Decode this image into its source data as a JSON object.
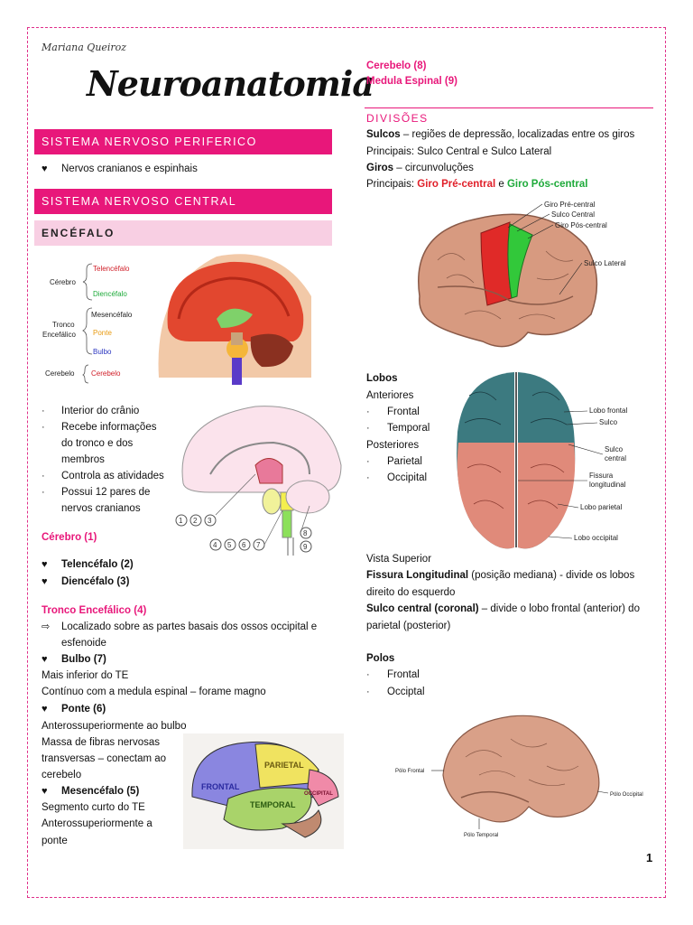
{
  "header": {
    "author": "Mariana Queiroz",
    "title": "Neuroanatomia",
    "page_number": "1"
  },
  "left": {
    "snp_bar": "SISTEMA NERVOSO PERIFERICO",
    "snp_item": "Nervos cranianos e espinhais",
    "snc_bar": "SISTEMA NERVOSO CENTRAL",
    "encefalo_bar": "ENCÉFALO",
    "fig1": {
      "cerebro": "Cérebro",
      "telencefalo": "Telencéfalo",
      "diencefalo": "Diencéfalo",
      "tronco1": "Tronco",
      "tronco2": "Encefálico",
      "mesencefalo": "Mesencéfalo",
      "ponte": "Ponte",
      "bulbo": "Bulbo",
      "cerebelo_l": "Cerebelo",
      "cerebelo_r": "Cerebelo"
    },
    "list": [
      "Interior do crânio",
      "Recebe informações",
      "do tronco e dos",
      "membros",
      "Controla as atividades",
      "Possui 12 pares de",
      "nervos cranianos"
    ],
    "fig2_nums": [
      "1",
      "2",
      "3",
      "4",
      "5",
      "6",
      "7",
      "8",
      "9"
    ],
    "cerebro_head": "Cérebro (1)",
    "telencefalo_item": "Telencéfalo (2)",
    "diencefalo_item": "Diencéfalo (3)",
    "tronco_head": "Tronco Encefálico (4)",
    "tronco_desc1": "Localizado sobre as partes basais dos ossos occipital e",
    "tronco_desc2": "esfenoide",
    "bulbo_item": "Bulbo (7)",
    "bulbo_l1": "Mais inferior do TE",
    "bulbo_l2": "Contínuo com a medula espinal – forame magno",
    "ponte_item": "Ponte (6)",
    "ponte_l1": "Anterossuperiormente ao bulbo",
    "ponte_l2": "Massa de fibras nervosas",
    "ponte_l3": "transversas – conectam ao",
    "ponte_l4": "cerebelo",
    "mesen_item": "Mesencéfalo (5)",
    "mesen_l1": "Segmento curto do TE",
    "mesen_l2": "Anterossuperiormente a",
    "mesen_l3": "ponte",
    "fig3": {
      "frontal": "FRONTAL",
      "parietal": "PARIETAL",
      "temporal": "TEMPORAL",
      "occipital": "OCCIPITAL"
    }
  },
  "right": {
    "cerebelo": "Cerebelo (8)",
    "medula": "Medula Espinal (9)",
    "divisoes": "DIVISÕES",
    "sulcos_b": "Sulcos",
    "sulcos_t": " – regiões de depressão, localizadas entre os giros",
    "principais1": "Principais: Sulco Central e Sulco Lateral",
    "giros_b": "Giros",
    "giros_t": " – circunvoluções",
    "principais2_a": "Principais: ",
    "giro_pre": "Giro Pré-central",
    "e": " e ",
    "giro_pos": "Giro Pós-central",
    "fig4": {
      "pre": "Giro Pré-central",
      "central": "Sulco Central",
      "pos": "Giro Pós-central",
      "lateral": "Sulco Lateral"
    },
    "lobos": "Lobos",
    "anteriores": "Anteriores",
    "frontal": "Frontal",
    "temporal": "Temporal",
    "posteriores": "Posteriores",
    "parietal": "Parietal",
    "occipital": "Occipital",
    "fig5": {
      "lobo_frontal": "Lobo frontal",
      "sulco": "Sulco",
      "sulco_central1": "Sulco",
      "sulco_central2": "central",
      "fissura1": "Fissura",
      "fissura2": "longitudinal",
      "lobo_parietal": "Lobo parietal",
      "lobo_occipital": "Lobo occipital"
    },
    "vista": "Vista Superior",
    "fissura_b": "Fissura Longitudinal",
    "fissura_t1": " (posição mediana) - divide os lobos",
    "fissura_t2": "direito do esquerdo",
    "sulco_central_b": "Sulco central (coronal)",
    "sulco_central_t1": " – divide o lobo frontal (anterior) do",
    "sulco_central_t2": "parietal (posterior)",
    "polos": "Polos",
    "polo_frontal": "Frontal",
    "polo_occiptal": "Occiptal",
    "fig6": {
      "polo_frontal": "Pólo Frontal",
      "polo_occipital": "Pólo Occipital",
      "polo_temporal": "Pólo Temporal"
    }
  }
}
